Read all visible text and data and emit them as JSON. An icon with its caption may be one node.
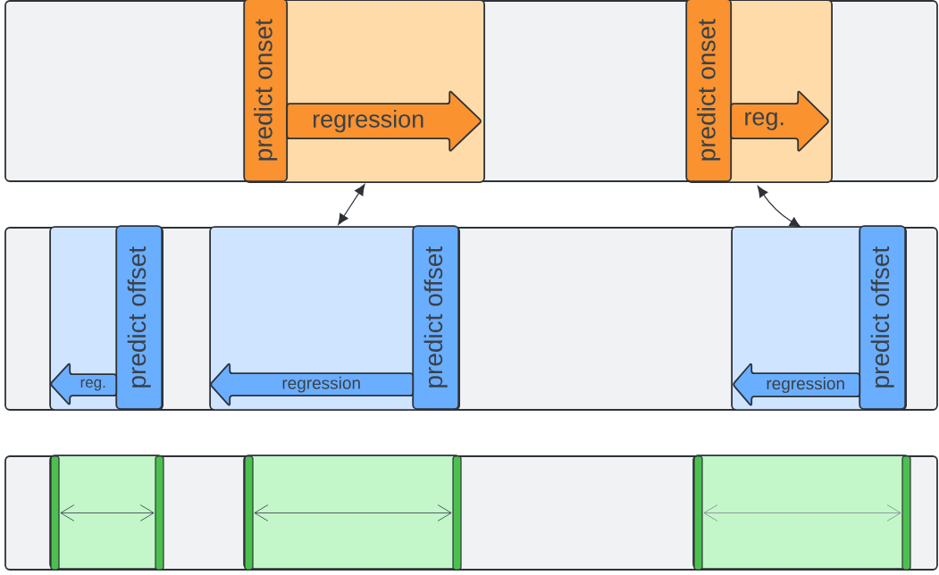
{
  "diagram": {
    "nodes": [
      {
        "text": [],
        "shape": "box"
      },
      {
        "text": [],
        "shape": "box",
        "in": 0
      },
      {
        "text": [
          "predict onset"
        ],
        "in": 1
      },
      {
        "text": [
          "regression"
        ],
        "in": 1
      },
      {
        "text": [],
        "shape": "box",
        "in": 0
      },
      {
        "text": [
          "predict onset"
        ],
        "in": 4
      },
      {
        "text": [
          "reg."
        ],
        "in": 4
      },
      {
        "text": [],
        "shape": "box"
      },
      {
        "text": [],
        "shape": "box",
        "in": 7
      },
      {
        "text": [
          "predict offset"
        ],
        "in": 8
      },
      {
        "text": [
          "reg."
        ],
        "in": 8
      },
      {
        "text": [],
        "shape": "box",
        "in": 7
      },
      {
        "text": [
          "predict offset"
        ],
        "in": 11
      },
      {
        "text": [
          "regression"
        ],
        "in": 11
      },
      {
        "text": [],
        "shape": "box",
        "in": 7
      },
      {
        "text": [
          "predict offset"
        ],
        "in": 14
      },
      {
        "text": [
          "regression"
        ],
        "in": 14
      },
      {
        "text": [],
        "shape": "box"
      },
      {
        "text": [],
        "shape": "box",
        "in": 17
      },
      {
        "text": [],
        "shape": "box",
        "in": 17
      },
      {
        "text": [],
        "shape": "box",
        "in": 17
      }
    ],
    "edges": [
      {
        "from": 1,
        "to": 11,
        "arrow": "both"
      },
      {
        "from": 4,
        "to": 14,
        "arrow": "both"
      }
    ]
  }
}
